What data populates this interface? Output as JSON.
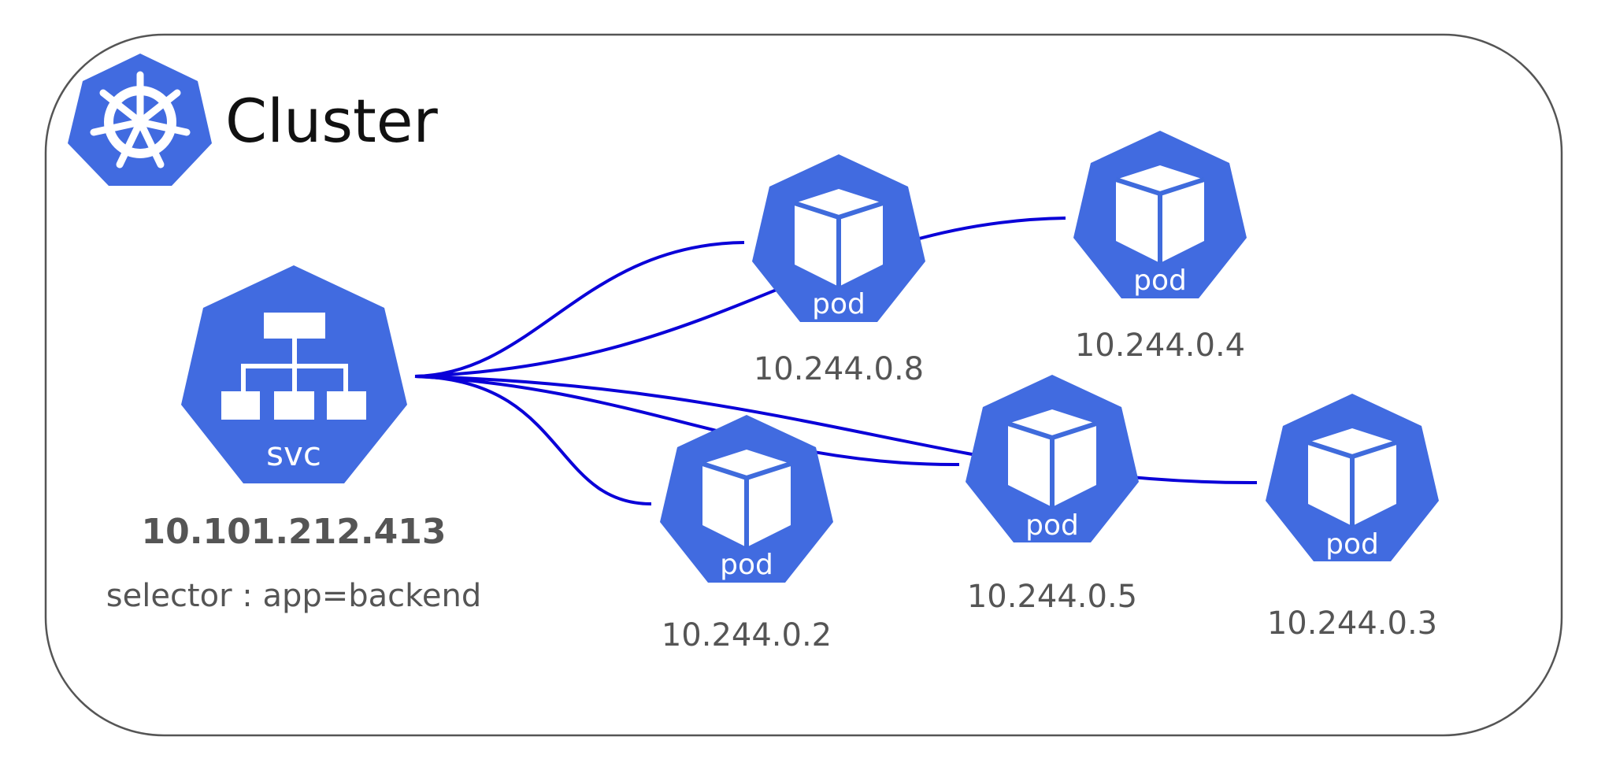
{
  "colors": {
    "node": "#416be0",
    "connector": "#0a00d8",
    "frame": "#555555",
    "text_dark": "#111111",
    "text_grey": "#555555"
  },
  "cluster": {
    "title": "Cluster",
    "icon": "helm-wheel-icon"
  },
  "service": {
    "icon_label": "svc",
    "icon": "network-hierarchy-icon",
    "ip": "10.101.212.413",
    "selector": "selector : app=backend"
  },
  "pods": [
    {
      "icon_label": "pod",
      "icon": "cube-icon",
      "ip": "10.244.0.8"
    },
    {
      "icon_label": "pod",
      "icon": "cube-icon",
      "ip": "10.244.0.4"
    },
    {
      "icon_label": "pod",
      "icon": "cube-icon",
      "ip": "10.244.0.2"
    },
    {
      "icon_label": "pod",
      "icon": "cube-icon",
      "ip": "10.244.0.5"
    },
    {
      "icon_label": "pod",
      "icon": "cube-icon",
      "ip": "10.244.0.3"
    }
  ]
}
